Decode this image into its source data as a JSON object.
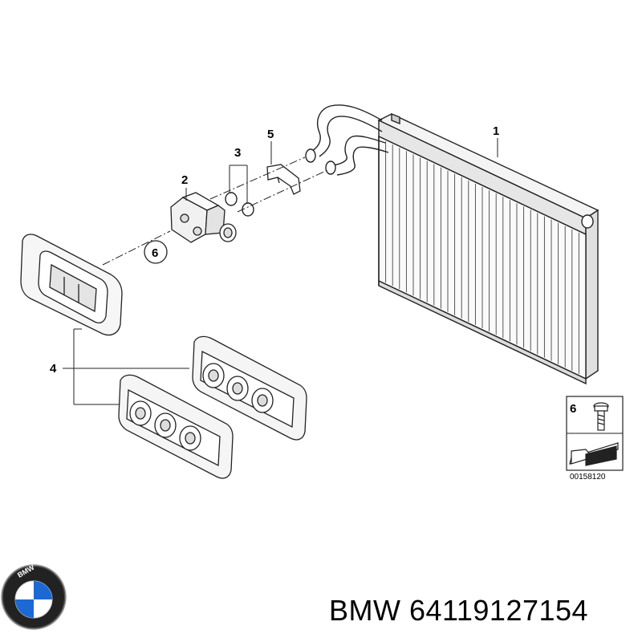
{
  "callouts": {
    "c1": "1",
    "c2": "2",
    "c3": "3",
    "c4": "4",
    "c5": "5",
    "c6": "6"
  },
  "inset": {
    "label": "6",
    "diagram_id": "00158120"
  },
  "caption": {
    "brand": "BMW",
    "part_number": "64119127154"
  },
  "logo": {
    "text": "BMW",
    "colors": {
      "blue": "#1c69d4",
      "black": "#111111",
      "white": "#ffffff"
    }
  },
  "colors": {
    "line": "#222222",
    "shade": "#d9d9d9"
  }
}
